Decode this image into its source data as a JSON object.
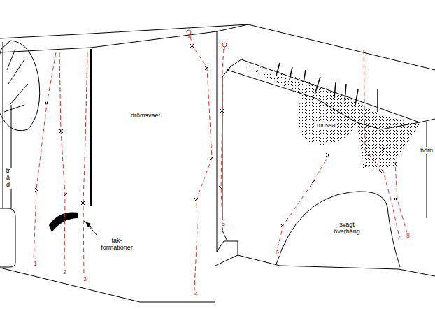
{
  "diagram": {
    "labels": [
      "drömsvaet",
      "träd",
      "tak-formationer",
      "mossa",
      "svagt överhäng",
      "hörn",
      "1",
      "2",
      "3",
      "4",
      "5",
      "6",
      "7",
      "8"
    ]
  }
}
